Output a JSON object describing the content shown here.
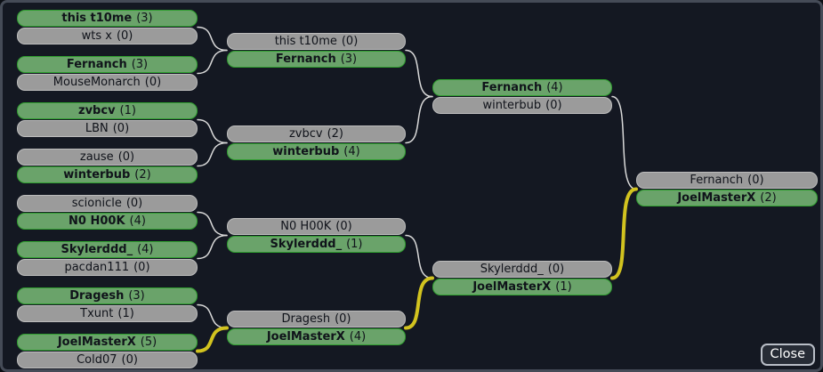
{
  "colors": {
    "background": "#141822",
    "frame_border": "#454b57",
    "winner_fill": "#6aa36a",
    "winner_border": "#2f9e2f",
    "loser_fill": "#9b9b9b",
    "loser_border": "#bcbcbc",
    "connector": "#d9d9d9",
    "highlight_connector": "#d2c31f",
    "player_text": "#10131a"
  },
  "bracket": {
    "rounds": [
      {
        "matches": [
          {
            "advance_highlighted": false,
            "players": [
              {
                "name": "this t10me",
                "score": 3,
                "winner": true
              },
              {
                "name": "wts x",
                "score": 0,
                "winner": false
              }
            ]
          },
          {
            "advance_highlighted": false,
            "players": [
              {
                "name": "Fernanch",
                "score": 3,
                "winner": true
              },
              {
                "name": "MouseMonarch",
                "score": 0,
                "winner": false
              }
            ]
          },
          {
            "advance_highlighted": false,
            "players": [
              {
                "name": "zvbcv",
                "score": 1,
                "winner": true
              },
              {
                "name": "LBN",
                "score": 0,
                "winner": false
              }
            ]
          },
          {
            "advance_highlighted": false,
            "players": [
              {
                "name": "zause",
                "score": 0,
                "winner": false
              },
              {
                "name": "winterbub",
                "score": 2,
                "winner": true
              }
            ]
          },
          {
            "advance_highlighted": false,
            "players": [
              {
                "name": "scionicle",
                "score": 0,
                "winner": false
              },
              {
                "name": "N0 H00K",
                "score": 4,
                "winner": true
              }
            ]
          },
          {
            "advance_highlighted": false,
            "players": [
              {
                "name": "Skylerddd_",
                "score": 4,
                "winner": true
              },
              {
                "name": "pacdan111",
                "score": 0,
                "winner": false
              }
            ]
          },
          {
            "advance_highlighted": false,
            "players": [
              {
                "name": "Dragesh",
                "score": 3,
                "winner": true
              },
              {
                "name": "Txunt",
                "score": 1,
                "winner": false
              }
            ]
          },
          {
            "advance_highlighted": true,
            "players": [
              {
                "name": "JoelMasterX",
                "score": 5,
                "winner": true
              },
              {
                "name": "Cold07",
                "score": 0,
                "winner": false
              }
            ]
          }
        ]
      },
      {
        "matches": [
          {
            "advance_highlighted": false,
            "players": [
              {
                "name": "this t10me",
                "score": 0,
                "winner": false
              },
              {
                "name": "Fernanch",
                "score": 3,
                "winner": true
              }
            ]
          },
          {
            "advance_highlighted": false,
            "players": [
              {
                "name": "zvbcv",
                "score": 2,
                "winner": false
              },
              {
                "name": "winterbub",
                "score": 4,
                "winner": true
              }
            ]
          },
          {
            "advance_highlighted": false,
            "players": [
              {
                "name": "N0 H00K",
                "score": 0,
                "winner": false
              },
              {
                "name": "Skylerddd_",
                "score": 1,
                "winner": true
              }
            ]
          },
          {
            "advance_highlighted": true,
            "players": [
              {
                "name": "Dragesh",
                "score": 0,
                "winner": false
              },
              {
                "name": "JoelMasterX",
                "score": 4,
                "winner": true
              }
            ]
          }
        ]
      },
      {
        "matches": [
          {
            "advance_highlighted": false,
            "players": [
              {
                "name": "Fernanch",
                "score": 4,
                "winner": true
              },
              {
                "name": "winterbub",
                "score": 0,
                "winner": false
              }
            ]
          },
          {
            "advance_highlighted": true,
            "players": [
              {
                "name": "Skylerddd_",
                "score": 0,
                "winner": false
              },
              {
                "name": "JoelMasterX",
                "score": 1,
                "winner": true
              }
            ]
          }
        ]
      },
      {
        "matches": [
          {
            "advance_highlighted": false,
            "players": [
              {
                "name": "Fernanch",
                "score": 0,
                "winner": false
              },
              {
                "name": "JoelMasterX",
                "score": 2,
                "winner": true
              }
            ]
          }
        ]
      }
    ]
  },
  "close_button": {
    "label": "Close"
  }
}
